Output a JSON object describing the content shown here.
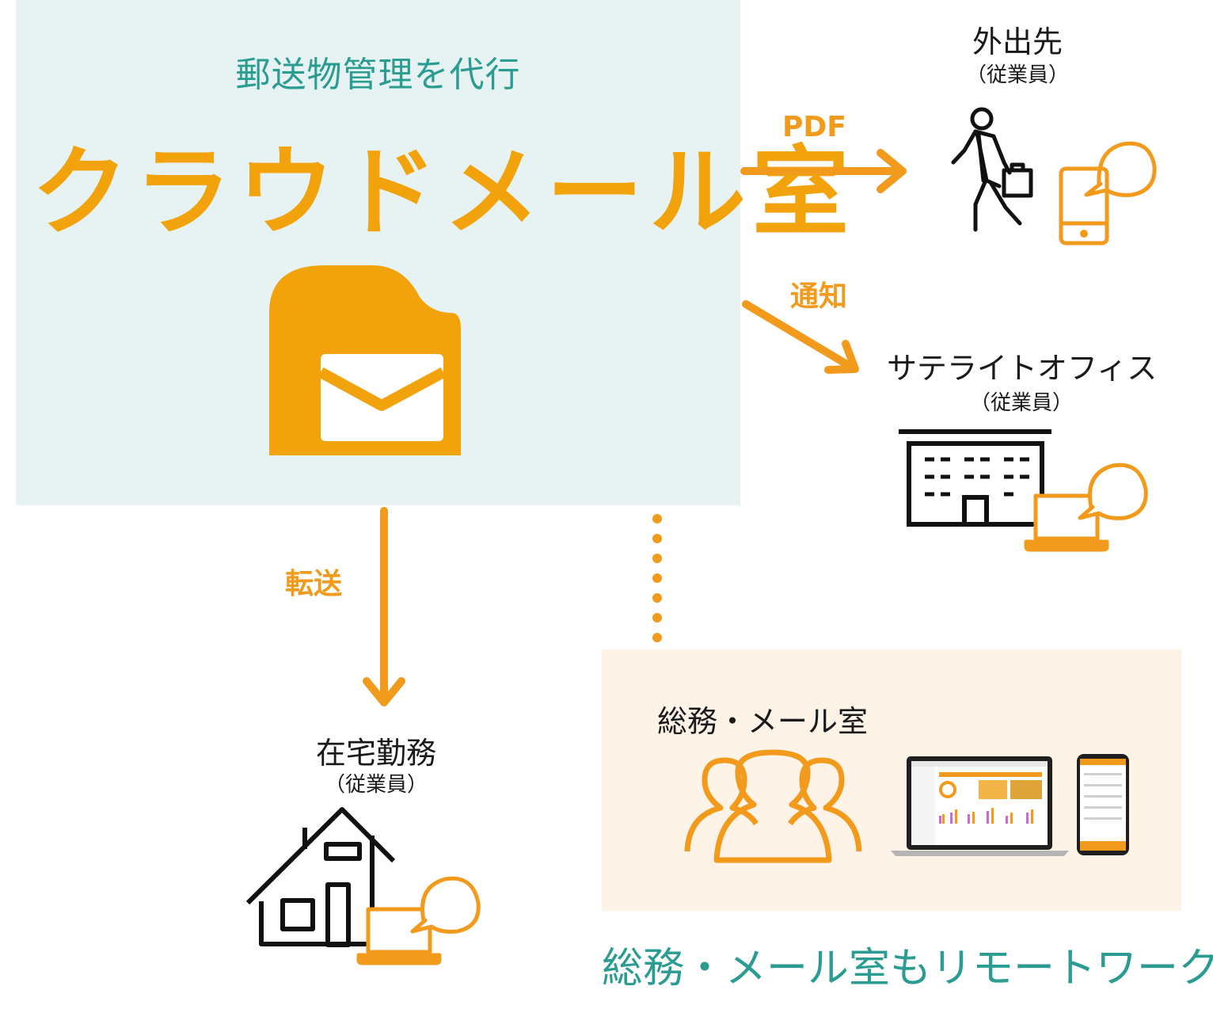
{
  "service": {
    "tagline": "郵送物管理を代行",
    "name": "クラウドメール室"
  },
  "edges": {
    "pdf": "PDF",
    "notify": "通知",
    "forward": "転送"
  },
  "destinations": {
    "outing": {
      "title": "外出先",
      "sub": "（従業員）"
    },
    "satellite": {
      "title": "サテライトオフィス",
      "sub": "（従業員）"
    },
    "home": {
      "title": "在宅勤務",
      "sub": "（従業員）"
    }
  },
  "mailroom": {
    "title": "総務・メール室",
    "caption": "総務・メール室もリモートワーク"
  },
  "colors": {
    "accent": "#f29a1c",
    "brand": "#f2a20a",
    "teal": "#2a9c92",
    "panel_top": "#e6f3f2",
    "panel_bottom": "#fdf4e7"
  }
}
